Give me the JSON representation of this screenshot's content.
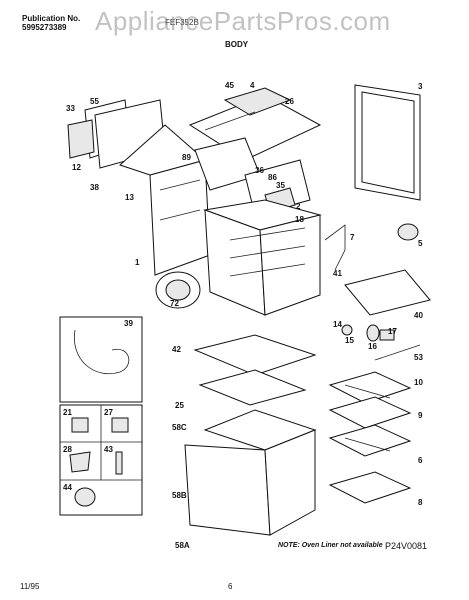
{
  "header": {
    "publication_label": "Publication No.",
    "publication_number": "5995273389",
    "model": "FEF352B",
    "watermark": "AppliancePartsPros.com",
    "section_title": "BODY"
  },
  "footer": {
    "date": "11/95",
    "page": "6",
    "note": "NOTE: Oven Liner not available",
    "figure_ref": "P24V0081"
  },
  "callouts": [
    "33",
    "55",
    "12",
    "38",
    "13",
    "45",
    "4",
    "26",
    "89",
    "36",
    "86",
    "35",
    "2",
    "18",
    "1",
    "72",
    "3",
    "5",
    "7",
    "41",
    "40",
    "14",
    "15",
    "16",
    "17",
    "53",
    "42",
    "10",
    "25",
    "9",
    "58C",
    "6",
    "58B",
    "58A",
    "8",
    "39",
    "21",
    "27",
    "28",
    "43",
    "44"
  ]
}
